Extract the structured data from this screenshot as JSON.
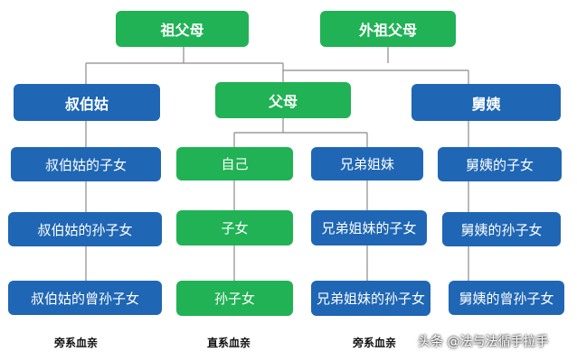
{
  "nodes": {
    "grandparents_paternal": "祖父母",
    "grandparents_maternal": "外祖父母",
    "uncles_aunts_paternal": "叔伯姑",
    "parents": "父母",
    "uncles_aunts_maternal": "舅姨",
    "paternal_cousins": "叔伯姑的子女",
    "paternal_cousins_children": "叔伯姑的孙子女",
    "paternal_cousins_grandchildren": "叔伯姑的曾孙子女",
    "self": "自己",
    "children": "子女",
    "grandchildren": "孙子女",
    "siblings": "兄弟姐妹",
    "siblings_children": "兄弟姐妹的子女",
    "siblings_grandchildren": "兄弟姐妹的孙子女",
    "maternal_cousins": "舅姨的子女",
    "maternal_cousins_children": "舅姨的孙子女",
    "maternal_cousins_grandchildren": "舅姨的曾孙子女"
  },
  "captions": {
    "collateral_left": "旁系血亲",
    "lineal": "直系血亲",
    "collateral_right": "旁系血亲"
  },
  "watermark": "头条 @法与法循手拉手",
  "colors": {
    "lineal": "#20b254",
    "collateral": "#1f66b4",
    "line": "#8a8a8a"
  }
}
